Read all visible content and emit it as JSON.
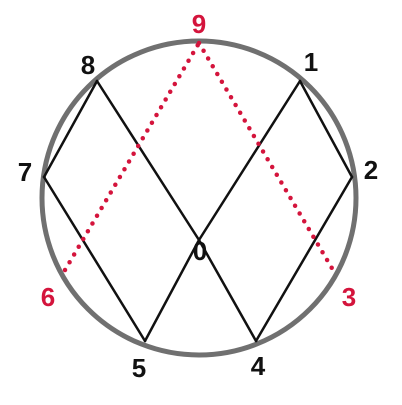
{
  "diagram": {
    "colors": {
      "circle": "#707070",
      "solid": "#111111",
      "dotted": "#d4143c",
      "label_black": "#111111",
      "label_red": "#d4143c"
    },
    "labels": {
      "n0": "0",
      "n1": "1",
      "n2": "2",
      "n3": "3",
      "n4": "4",
      "n5": "5",
      "n6": "6",
      "n7": "7",
      "n8": "8",
      "n9": "9"
    }
  }
}
